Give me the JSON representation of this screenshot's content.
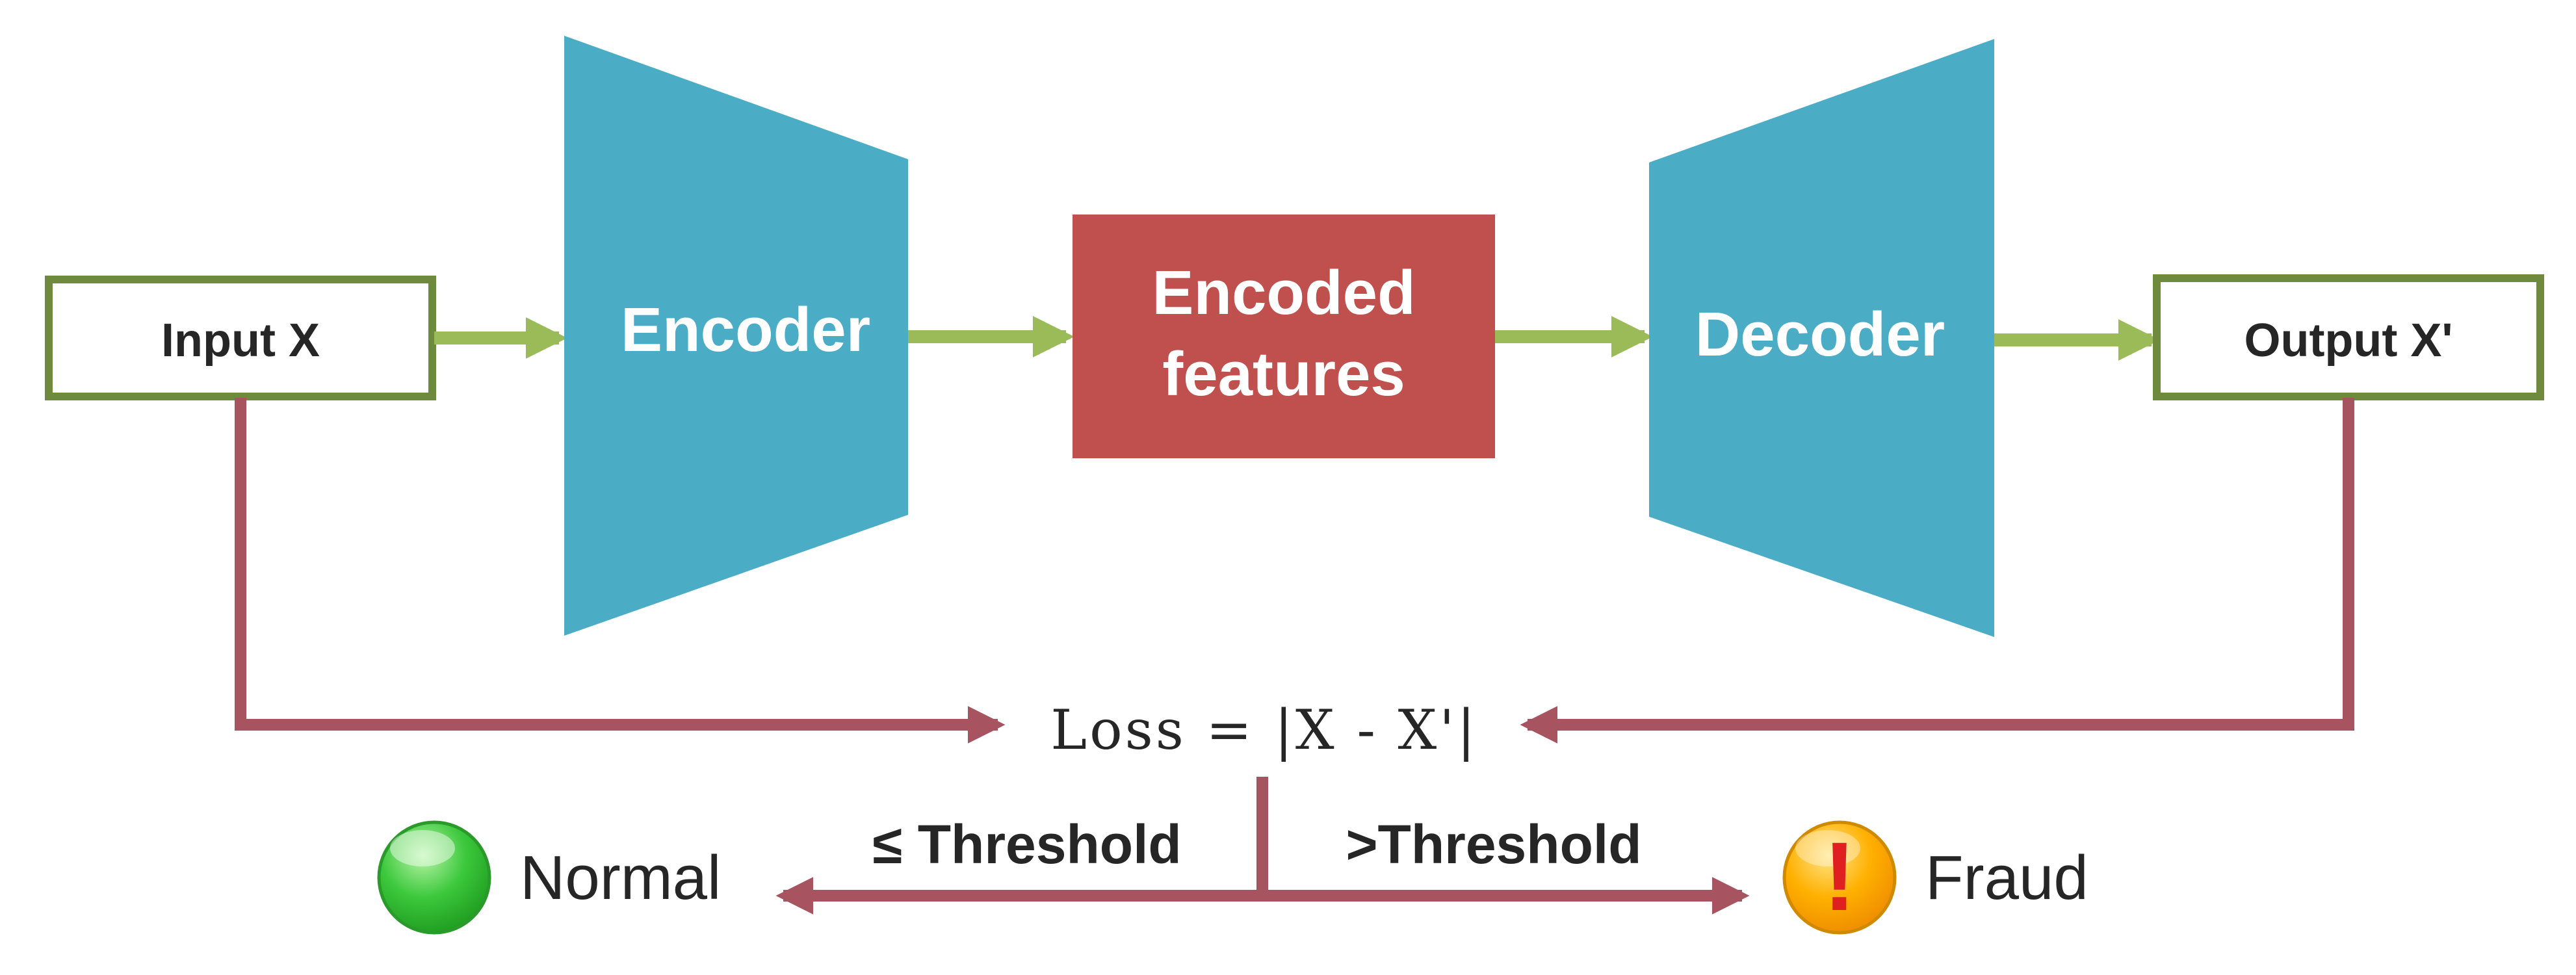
{
  "input": {
    "label": "Input X"
  },
  "encoder": {
    "label": "Encoder"
  },
  "encoded": {
    "line1": "Encoded",
    "line2": "features"
  },
  "decoder": {
    "label": "Decoder"
  },
  "output": {
    "label": "Output X'"
  },
  "loss": {
    "label": "Loss = |X - X'|"
  },
  "threshold": {
    "low": "≤ Threshold",
    "high": ">Threshold"
  },
  "outcomes": {
    "normal": "Normal",
    "fraud": "Fraud",
    "fraud_icon_text": "!"
  },
  "colors": {
    "block_blue": "#4BACC6",
    "encoded_red": "#C0504D",
    "box_border": "#6E8B3D",
    "flow_arrow": "#9BBB59",
    "loss_line": "#A85360",
    "normal_green": "#3CC83C",
    "fraud_orange": "#FFB000"
  }
}
